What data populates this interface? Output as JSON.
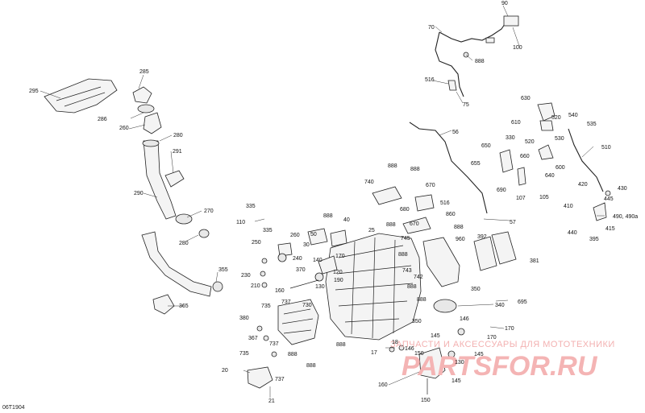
{
  "diagram_code": "06T1904",
  "watermark": {
    "tagline": "ЗАПЧАСТИ И АКСЕССУАРЫ ДЛЯ МОТОТЕХНИКИ",
    "logo": "PARTSFOR.RU"
  },
  "labels": {
    "l295": "295",
    "l285": "285",
    "l286": "286",
    "l260a": "260",
    "l280a": "280",
    "l291": "291",
    "l290": "290",
    "l270": "270",
    "l280b": "280",
    "l355": "355",
    "l365": "365",
    "l90": "90",
    "l70": "70",
    "l100": "100",
    "l888a": "888",
    "l516a": "516",
    "l75": "75",
    "l630": "630",
    "l520a": "520",
    "l540": "540",
    "l535": "535",
    "l610": "610",
    "l330": "330",
    "l520b": "520",
    "l530": "530",
    "l650": "650",
    "l655": "655",
    "l660": "660",
    "l640": "640",
    "l600": "600",
    "l510": "510",
    "l690": "690",
    "l107": "107",
    "l105": "105",
    "l420": "420",
    "l430": "430",
    "l445": "445",
    "l410": "410",
    "l440": "440",
    "l395": "395",
    "l415": "415",
    "l490": "490, 490a",
    "l56": "56",
    "l888b": "888",
    "l888c": "888",
    "l740": "740",
    "l670a": "670",
    "l680": "680",
    "l516b": "516",
    "l888d": "888",
    "l670b": "670",
    "l860": "860",
    "l888e": "888",
    "l57": "57",
    "l745": "745",
    "l392": "392",
    "l960": "960",
    "l888f": "888",
    "l743": "743",
    "l742": "742",
    "l888g": "888",
    "l381": "381",
    "l350": "350",
    "l888h": "888",
    "l695": "695",
    "l340": "340",
    "l350b": "350",
    "l170a": "170",
    "l335a": "335",
    "l110": "110",
    "l335b": "335",
    "l888i": "888",
    "l40": "40",
    "l25": "25",
    "l260b": "260",
    "l50": "50",
    "l250": "250",
    "l30": "30",
    "l240": "240",
    "l170b": "170",
    "l370": "370",
    "l140": "140",
    "l230": "230",
    "l120": "120",
    "l210": "210",
    "l190": "190",
    "l130a": "130",
    "l160a": "160",
    "l735a": "735",
    "l737a": "737",
    "l730": "730",
    "l380": "380",
    "l367": "367",
    "l737b": "737",
    "l888j": "888",
    "l888k": "888",
    "l735b": "735",
    "l888l": "888",
    "l20": "20",
    "l737c": "737",
    "l21": "21",
    "l146a": "146",
    "l145a": "145",
    "l170c": "170",
    "l146b": "146",
    "l17": "17",
    "l18": "18",
    "l150a": "150",
    "l145b": "145",
    "l130b": "130",
    "l160b": "160",
    "l150b": "150",
    "l145c": "145"
  }
}
